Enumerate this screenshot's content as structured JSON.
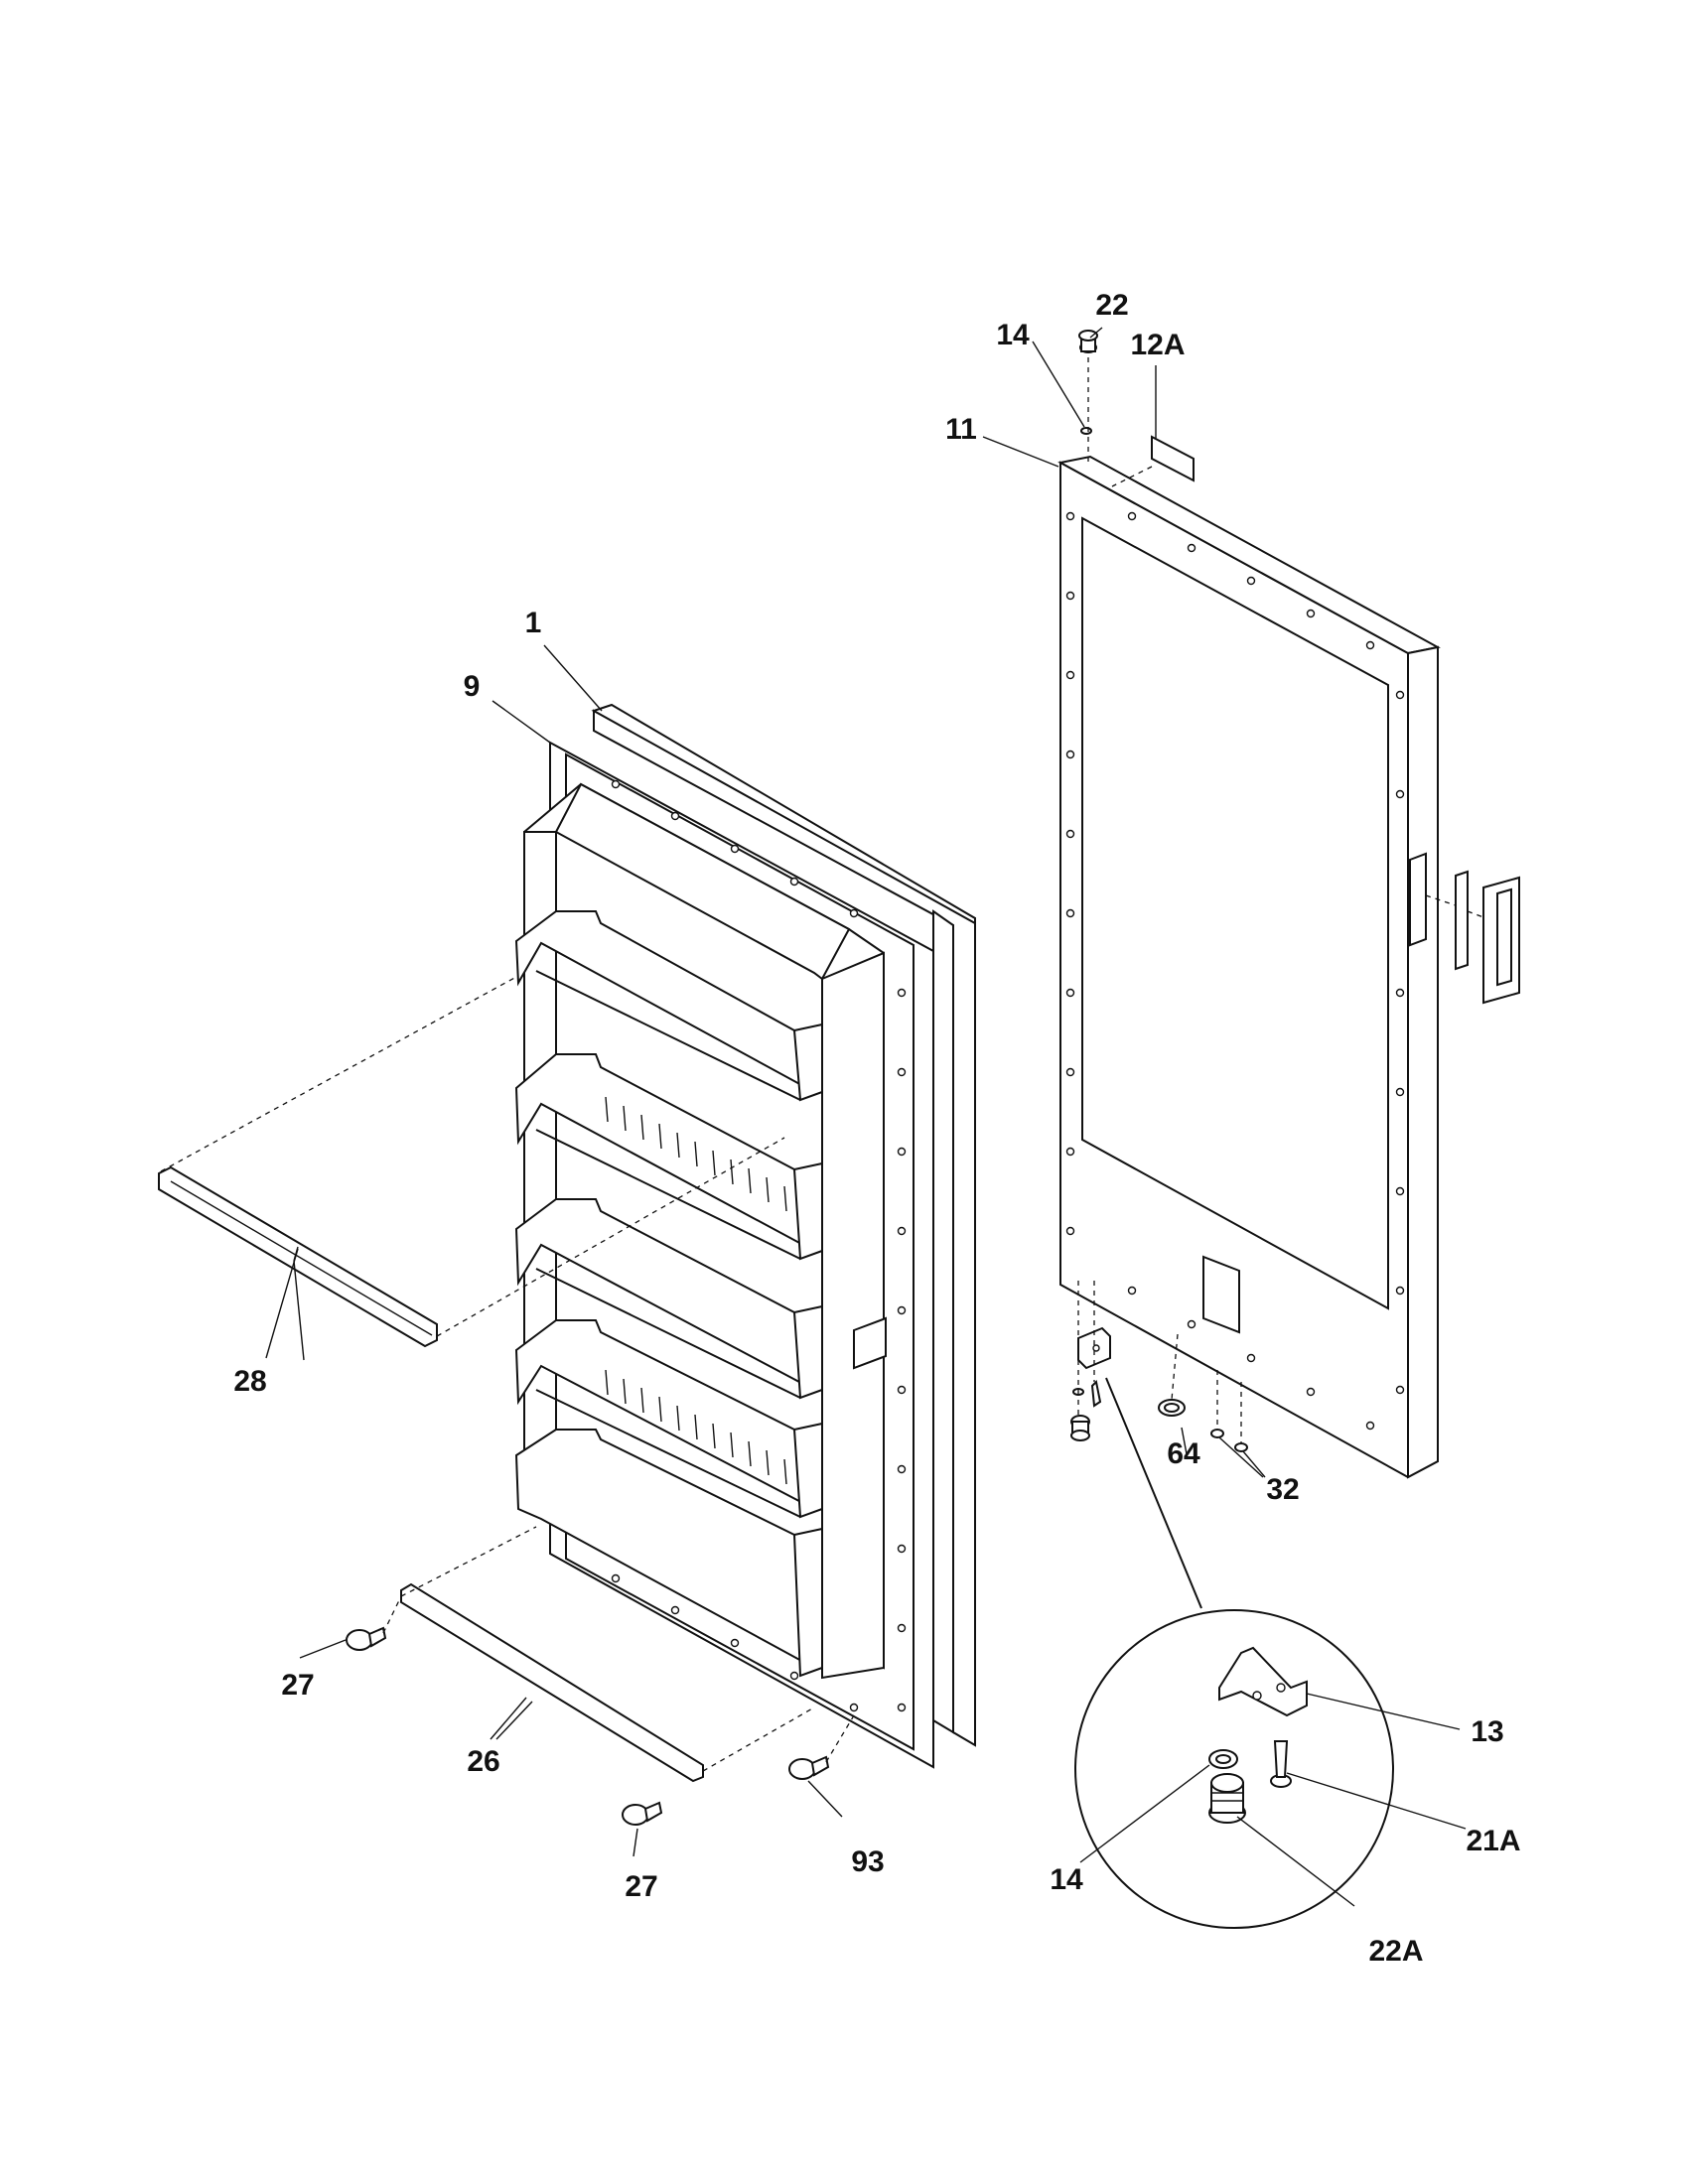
{
  "diagram": {
    "callouts": [
      {
        "id": "c-1",
        "text": "1"
      },
      {
        "id": "c-9",
        "text": "9"
      },
      {
        "id": "c-11",
        "text": "11"
      },
      {
        "id": "c-12A",
        "text": "12A"
      },
      {
        "id": "c-13",
        "text": "13"
      },
      {
        "id": "c-14a",
        "text": "14"
      },
      {
        "id": "c-14b",
        "text": "14"
      },
      {
        "id": "c-21A",
        "text": "21A"
      },
      {
        "id": "c-22",
        "text": "22"
      },
      {
        "id": "c-22A",
        "text": "22A"
      },
      {
        "id": "c-26",
        "text": "26"
      },
      {
        "id": "c-27a",
        "text": "27"
      },
      {
        "id": "c-27b",
        "text": "27"
      },
      {
        "id": "c-28",
        "text": "28"
      },
      {
        "id": "c-32",
        "text": "32"
      },
      {
        "id": "c-64",
        "text": "64"
      },
      {
        "id": "c-93",
        "text": "93"
      }
    ],
    "colors": {
      "line": "#111111",
      "background": "#ffffff"
    }
  }
}
